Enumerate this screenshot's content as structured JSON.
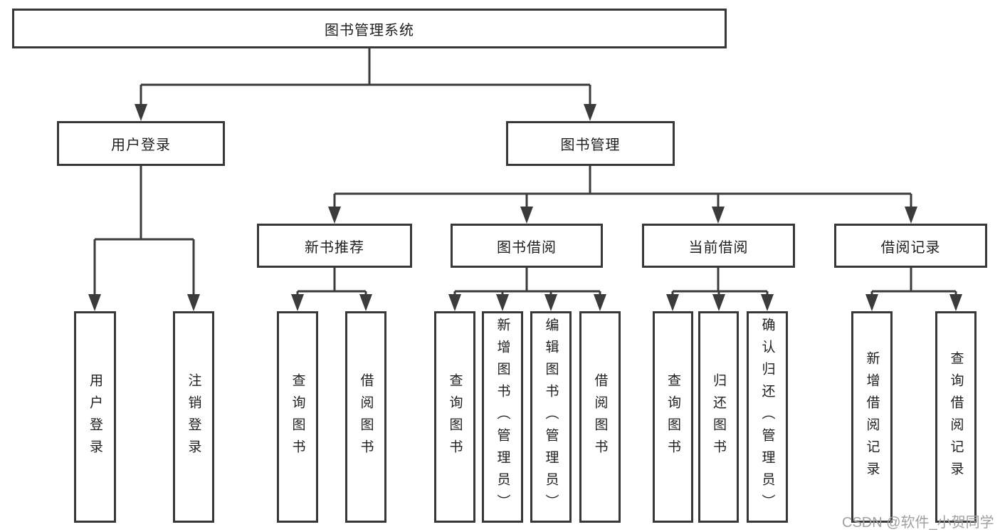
{
  "tree": {
    "label": "图书管理系统",
    "children": [
      {
        "label": "用户登录",
        "children": [
          {
            "label": "用户登录"
          },
          {
            "label": "注销登录"
          }
        ]
      },
      {
        "label": "图书管理",
        "children": [
          {
            "label": "新书推荐",
            "children": [
              {
                "label": "查询图书"
              },
              {
                "label": "借阅图书"
              }
            ]
          },
          {
            "label": "图书借阅",
            "children": [
              {
                "label": "查询图书"
              },
              {
                "label": "新增图书（管理员）"
              },
              {
                "label": "编辑图书（管理员）"
              },
              {
                "label": "借阅图书"
              }
            ]
          },
          {
            "label": "当前借阅",
            "children": [
              {
                "label": "查询图书"
              },
              {
                "label": "归还图书"
              },
              {
                "label": "确认归还（管理员）"
              }
            ]
          },
          {
            "label": "借阅记录",
            "children": [
              {
                "label": "新增借阅记录"
              },
              {
                "label": "查询借阅记录"
              }
            ]
          }
        ]
      }
    ]
  },
  "watermark": {
    "text": "CSDN @软件_小贺同学"
  },
  "colors": {
    "line": "#3b3b3b",
    "box_border": "#383838",
    "text": "#1f1f1f",
    "watermark": "#a0a0a0",
    "background": "#ffffff"
  }
}
